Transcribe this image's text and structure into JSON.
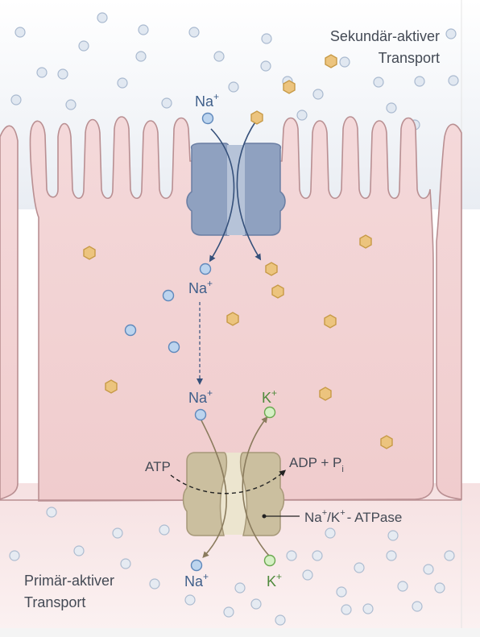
{
  "title_secondary": "Sekundär-aktiver",
  "title_secondary_2": "Transport",
  "title_primary": "Primär-aktiver",
  "title_primary_2": "Transport",
  "na_top": {
    "base": "Na",
    "sup": "+"
  },
  "na_mid": {
    "base": "Na",
    "sup": "+"
  },
  "na_pump": {
    "base": "Na",
    "sup": "+"
  },
  "k_pump": {
    "base": "K",
    "sup": "+"
  },
  "na_bottom": {
    "base": "Na",
    "sup": "+"
  },
  "k_bottom": {
    "base": "K",
    "sup": "+"
  },
  "atp": "ATP",
  "adp": "ADP + P",
  "adp_sub": "i",
  "pump_label": {
    "na": "Na",
    "na_sup": "+",
    "slash_k": "/K",
    "k_sup": "+",
    "rest": "- ATPase"
  },
  "colors": {
    "cell": "#f3d5d6",
    "cell_outline": "#b98f92",
    "lumen_top": "#eef1f5",
    "interstitial": "#f7e6e7",
    "sodium": "#bcd4ee",
    "sodium_outline": "#5f88bb",
    "potassium": "#d6f0c5",
    "potassium_outline": "#6aa84f",
    "substrate": "#ecc47e",
    "substrate_outline": "#c79a47",
    "cotransporter": "#8fa1c0",
    "atpase": "#cbbf9f"
  }
}
